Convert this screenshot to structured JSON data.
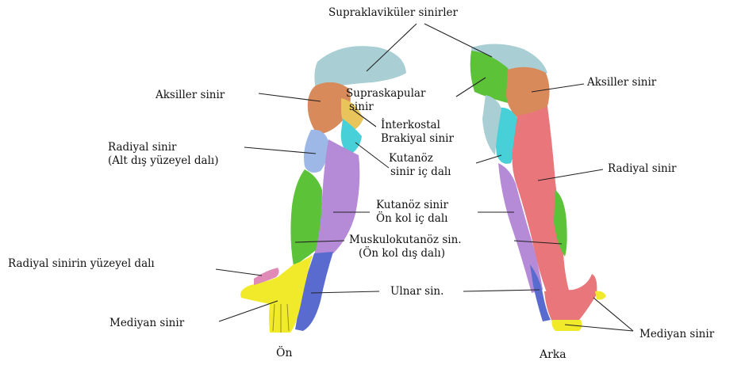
{
  "labels": {
    "supraklavikuler": "Supraklaviküler sinirler",
    "aksiller_left": "Aksiller sinir",
    "aksiller_right": "Aksiller sinir",
    "supraskapular_1": "Supraskapular",
    "supraskapular_2": "sinir",
    "interkostal_1": "İnterkostal",
    "interkostal_2": "Brakiyal sinir",
    "radiyal_alt_1": "Radiyal sinir",
    "radiyal_alt_2": "(Alt dış yüzeyel dalı)",
    "kutanoz_ic_1": "Kutanöz",
    "kutanoz_ic_2": "sinir iç dalı",
    "radiyal_right": "Radiyal sinir",
    "kutanoz_onkol_1": "Kutanöz sinir",
    "kutanoz_onkol_2": "Ön kol iç dalı",
    "muskulo_1": "Muskulokutanöz sin.",
    "muskulo_2": "(Ön kol dış dalı)",
    "radiyal_yuzeyel": "Radiyal sinirin yüzeyel dalı",
    "ulnar": "Ulnar sin.",
    "mediyan_left": "Mediyan sinir",
    "mediyan_right": "Mediyan sinir",
    "on": "Ön",
    "arka": "Arka"
  },
  "colors": {
    "supraclavicular": "#a9cfd4",
    "axillary": "#d98a5a",
    "radial_upper": "#9db8e6",
    "medial_cutaneous_arm": "#48d0d8",
    "intercostobrachial": "#e8c45a",
    "medial_forearm": "#b58ad6",
    "lateral_forearm": "#5cc238",
    "radial_back": "#e8767a",
    "radial_superficial": "#e08ab8",
    "median": "#f0ea2a",
    "ulnar": "#5a6bd0"
  }
}
